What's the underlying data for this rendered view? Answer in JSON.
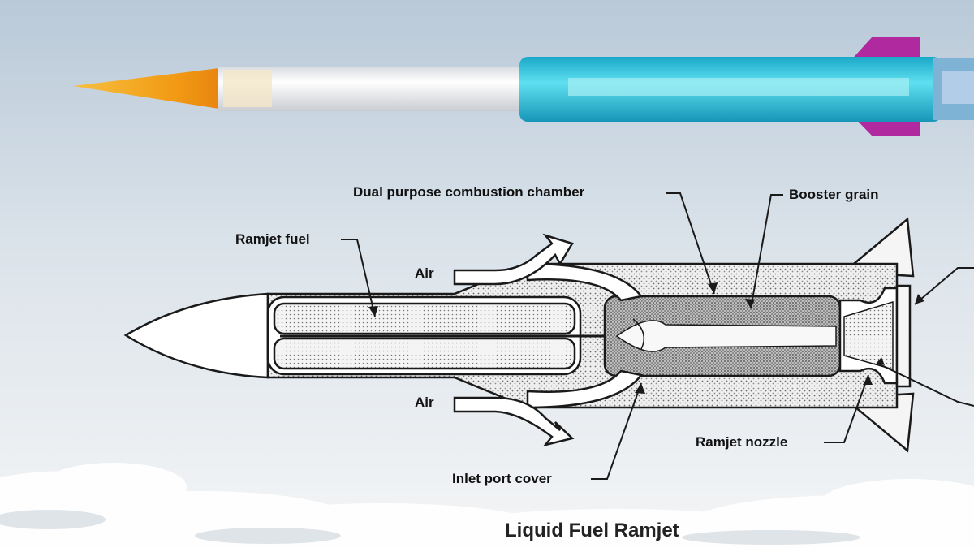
{
  "caption": "Liquid Fuel Ramjet",
  "labels": {
    "dual_purpose_chamber": "Dual purpose combustion chamber",
    "booster_grain": "Booster grain",
    "ramjet_fuel": "Ramjet fuel",
    "air_top": "Air",
    "air_bottom": "Air",
    "ramjet_nozzle": "Ramjet nozzle",
    "inlet_port_cover": "Inlet port cover"
  },
  "colors": {
    "sky_top": "#b9c9d8",
    "sky_bottom": "#f4f5f6",
    "nose_cone": "#f2a11a",
    "missile_body": "#f6f6f6",
    "missile_section": "#2fc4de",
    "missile_fin": "#b1299e",
    "diagram_ink": "#1a1a1a"
  }
}
